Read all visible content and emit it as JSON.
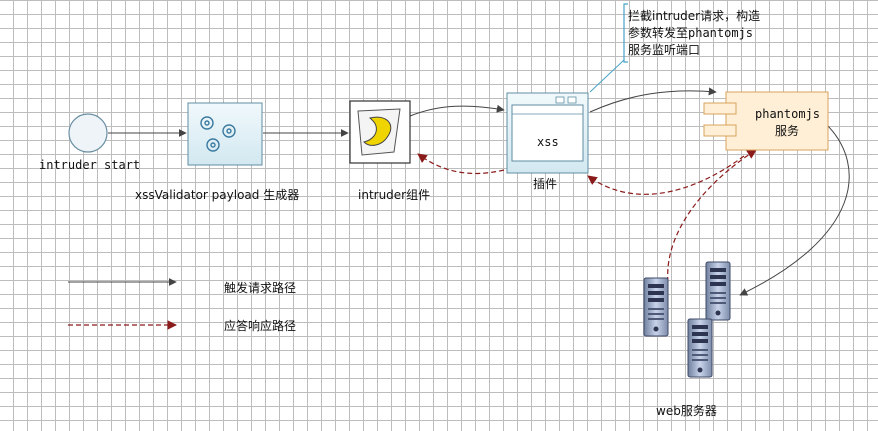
{
  "nodes": {
    "start": {
      "label": "intruder start"
    },
    "generator": {
      "label": "xssValidator payload  生成器"
    },
    "intruder": {
      "label": "intruder组件"
    },
    "plugin": {
      "label": "插件",
      "inner_text": "xss"
    },
    "phantom": {
      "label_line1": "phantomjs",
      "label_line2": "服务"
    },
    "webserver": {
      "label": "web服务器"
    }
  },
  "note": {
    "line1": "拦截intruder请求，构造",
    "line2": "参数转发至phantomjs",
    "line3": "服务监听端口"
  },
  "legend": {
    "request": "触发请求路径",
    "response": "应答响应路径"
  },
  "colors": {
    "request_line": "#444444",
    "response_line": "#8b1a1a",
    "phantom_fill": "#ffefd6",
    "phantom_border": "#d9a35c",
    "node_fill": "#dff0f6",
    "node_border": "#5f8ea3",
    "note_border": "#4aa3c8"
  }
}
